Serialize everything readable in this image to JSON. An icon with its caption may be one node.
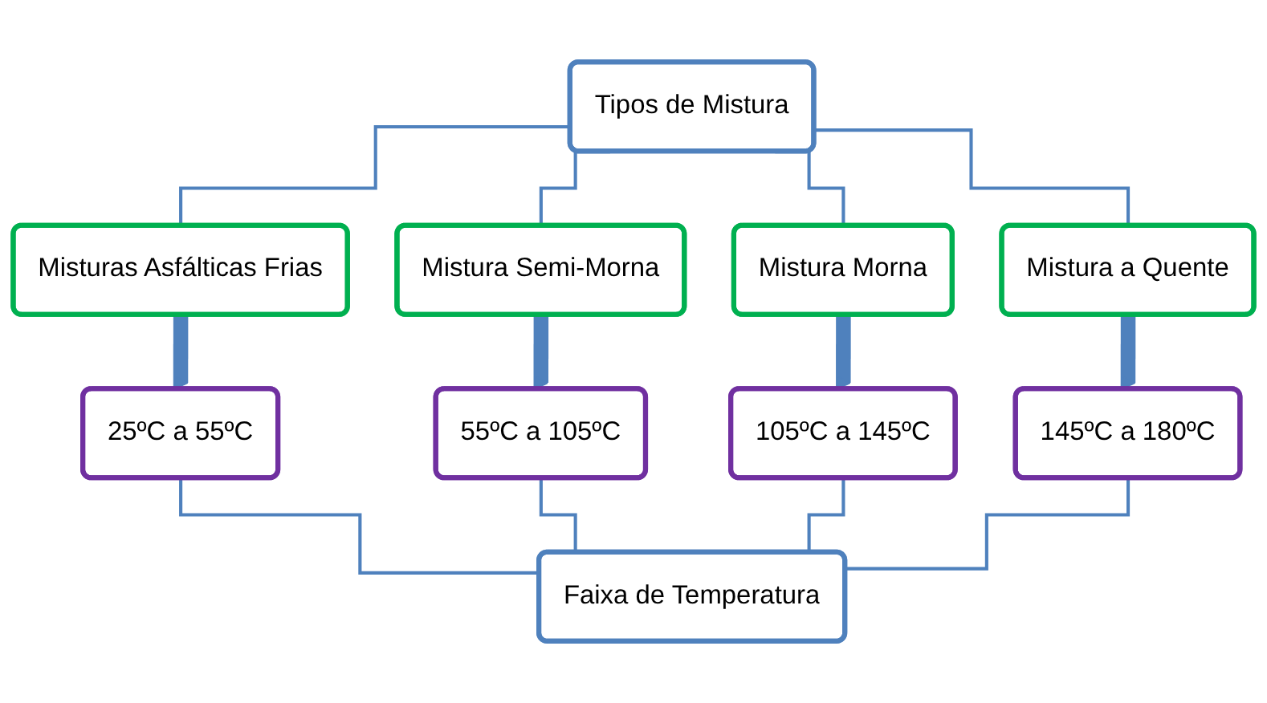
{
  "diagram": {
    "nodes": [
      {
        "text": [
          "Tipos de Mistura"
        ]
      },
      {
        "text": [
          "Misturas Asfálticas Frias"
        ]
      },
      {
        "text": [
          "Mistura Semi-Morna"
        ]
      },
      {
        "text": [
          "Mistura Morna"
        ]
      },
      {
        "text": [
          "Mistura a Quente"
        ]
      },
      {
        "text": [
          "25ºC a 55ºC"
        ]
      },
      {
        "text": [
          "55ºC a 105ºC"
        ]
      },
      {
        "text": [
          "105ºC a 145ºC"
        ]
      },
      {
        "text": [
          "145ºC a 180ºC"
        ]
      },
      {
        "text": [
          "Faixa de Temperatura"
        ]
      }
    ],
    "edges": [
      {
        "from": 0,
        "to": 1,
        "arrow": "none"
      },
      {
        "from": 0,
        "to": 2,
        "arrow": "none"
      },
      {
        "from": 0,
        "to": 3,
        "arrow": "none"
      },
      {
        "from": 0,
        "to": 4,
        "arrow": "none"
      },
      {
        "from": 1,
        "to": 5,
        "arrow": "to",
        "style": "thick"
      },
      {
        "from": 2,
        "to": 6,
        "arrow": "to",
        "style": "thick"
      },
      {
        "from": 3,
        "to": 7,
        "arrow": "to",
        "style": "thick"
      },
      {
        "from": 4,
        "to": 8,
        "arrow": "to",
        "style": "thick"
      },
      {
        "from": 5,
        "to": 9,
        "arrow": "none"
      },
      {
        "from": 6,
        "to": 9,
        "arrow": "none"
      },
      {
        "from": 7,
        "to": 9,
        "arrow": "none"
      },
      {
        "from": 8,
        "to": 9,
        "arrow": "none"
      }
    ]
  }
}
